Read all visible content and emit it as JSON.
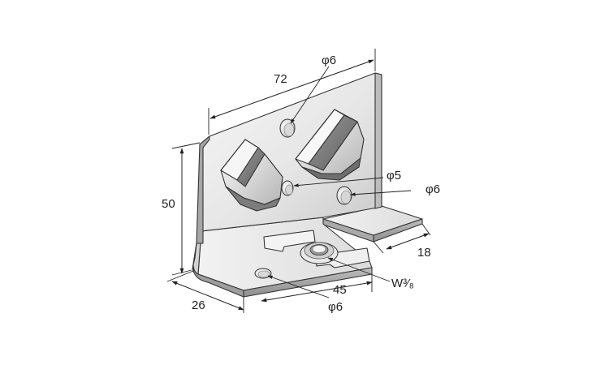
{
  "dimensions": {
    "width_top": "72",
    "height": "50",
    "depth": "26",
    "base_length": "45",
    "tab_width": "18"
  },
  "holes": {
    "upper_hole": "φ6",
    "middle_hole": "φ5",
    "side_hole": "φ6",
    "base_hole": "φ6",
    "base_thread": "W³⁄₈"
  }
}
